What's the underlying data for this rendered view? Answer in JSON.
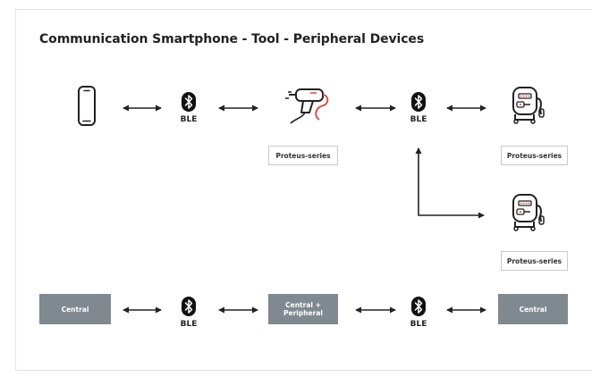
{
  "diagram": {
    "title": "Communication Smartphone - Tool - Peripheral Devices",
    "nodes": {
      "smartphone": {
        "icon": "smartphone-icon"
      },
      "ble_1": {
        "icon": "bluetooth-icon",
        "label": "BLE"
      },
      "tool": {
        "icon": "screwdriver-tool-icon",
        "label": "Proteus-series"
      },
      "ble_2": {
        "icon": "bluetooth-icon",
        "label": "BLE"
      },
      "peripheral_1": {
        "icon": "peripheral-device-icon",
        "label": "Proteus-series"
      },
      "peripheral_2": {
        "icon": "peripheral-device-icon",
        "label": "Proteus-series"
      }
    },
    "roles": {
      "left": "Central",
      "middle_line1": "Central +",
      "middle_line2": "Peripheral",
      "right": "Central",
      "ble_left": "BLE",
      "ble_right": "BLE"
    },
    "colors": {
      "role_box": "#808890",
      "stroke": "#222222",
      "accent": "#d9433b"
    }
  }
}
